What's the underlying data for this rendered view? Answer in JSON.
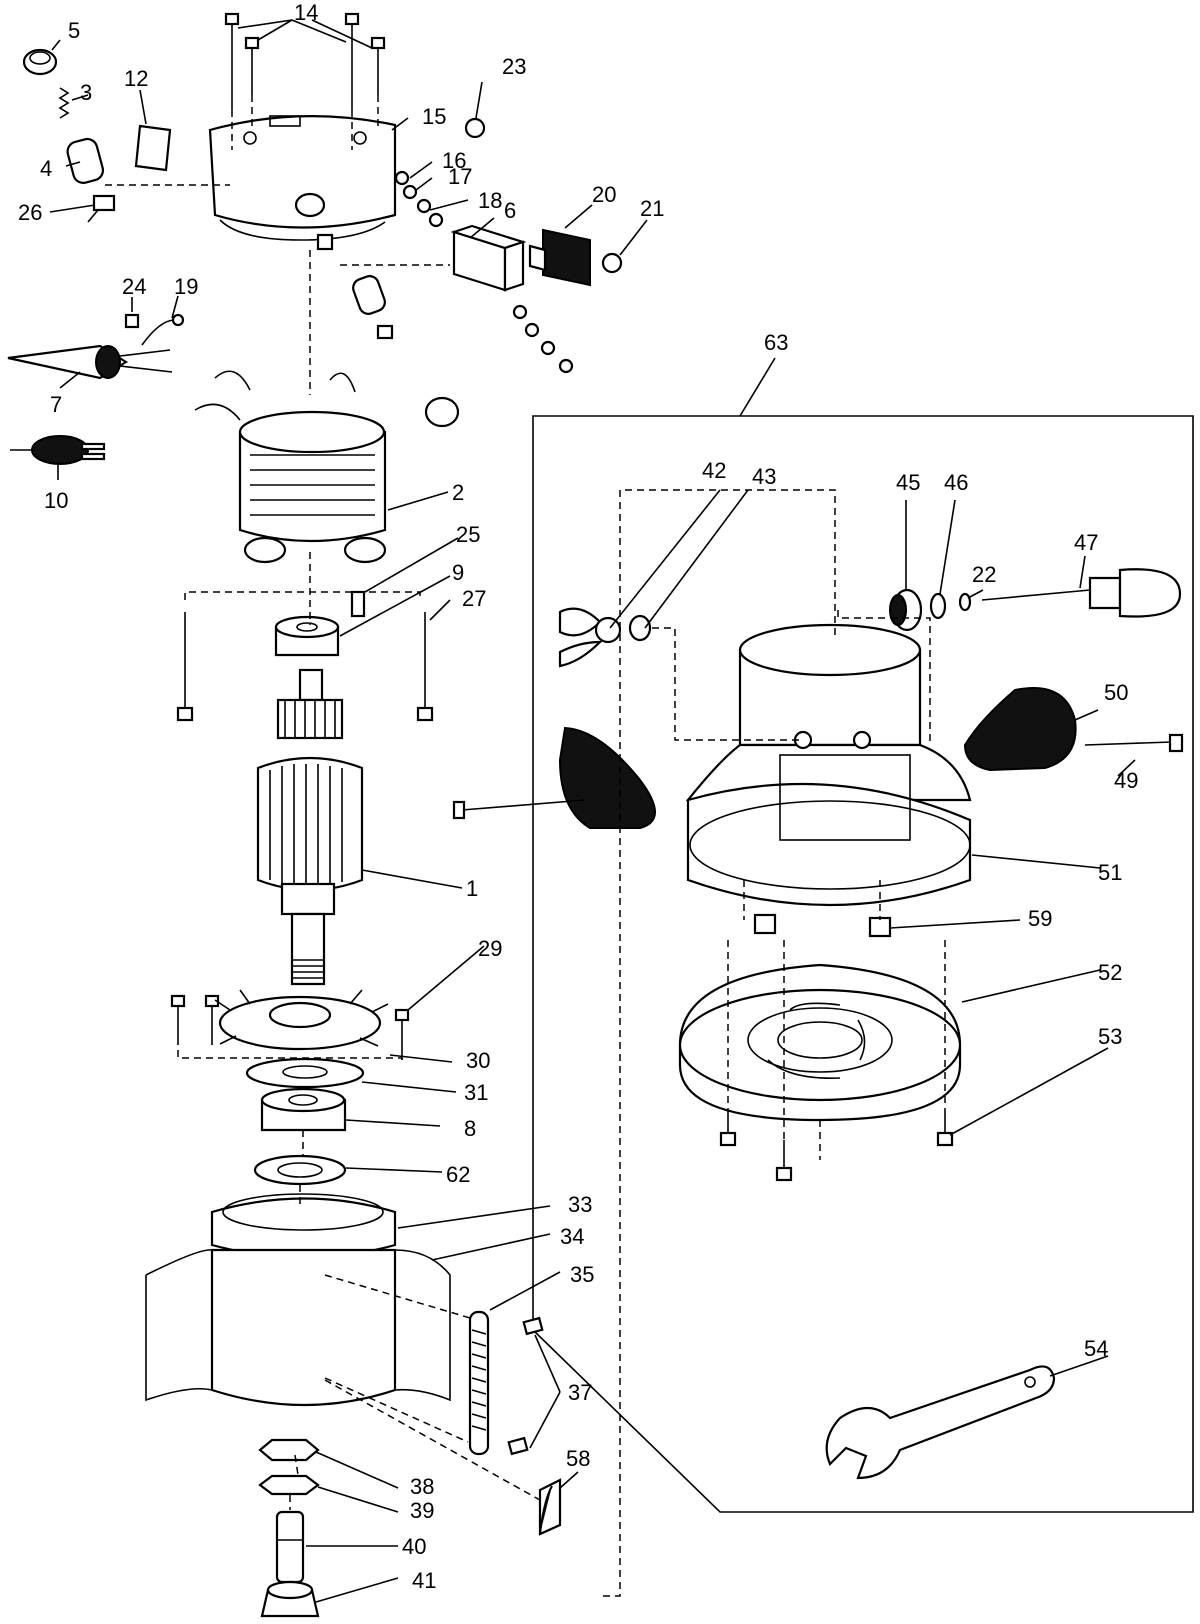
{
  "labels": {
    "p1": "1",
    "p2": "2",
    "p3": "3",
    "p4": "4",
    "p5": "5",
    "p6": "6",
    "p7": "7",
    "p8": "8",
    "p9": "9",
    "p10": "10",
    "p12": "12",
    "p14": "14",
    "p15": "15",
    "p16": "16",
    "p17": "17",
    "p18": "18",
    "p19": "19",
    "p20": "20",
    "p21": "21",
    "p22": "22",
    "p23": "23",
    "p24": "24",
    "p25": "25",
    "p26": "26",
    "p27": "27",
    "p29": "29",
    "p30": "30",
    "p31": "31",
    "p33": "33",
    "p34": "34",
    "p35": "35",
    "p37": "37",
    "p38": "38",
    "p39": "39",
    "p40": "40",
    "p41": "41",
    "p42": "42",
    "p43": "43",
    "p45": "45",
    "p46": "46",
    "p47": "47",
    "p49": "49",
    "p50": "50",
    "p51": "51",
    "p52": "52",
    "p53": "53",
    "p54": "54",
    "p58": "58",
    "p59": "59",
    "p62": "62",
    "p63": "63"
  }
}
